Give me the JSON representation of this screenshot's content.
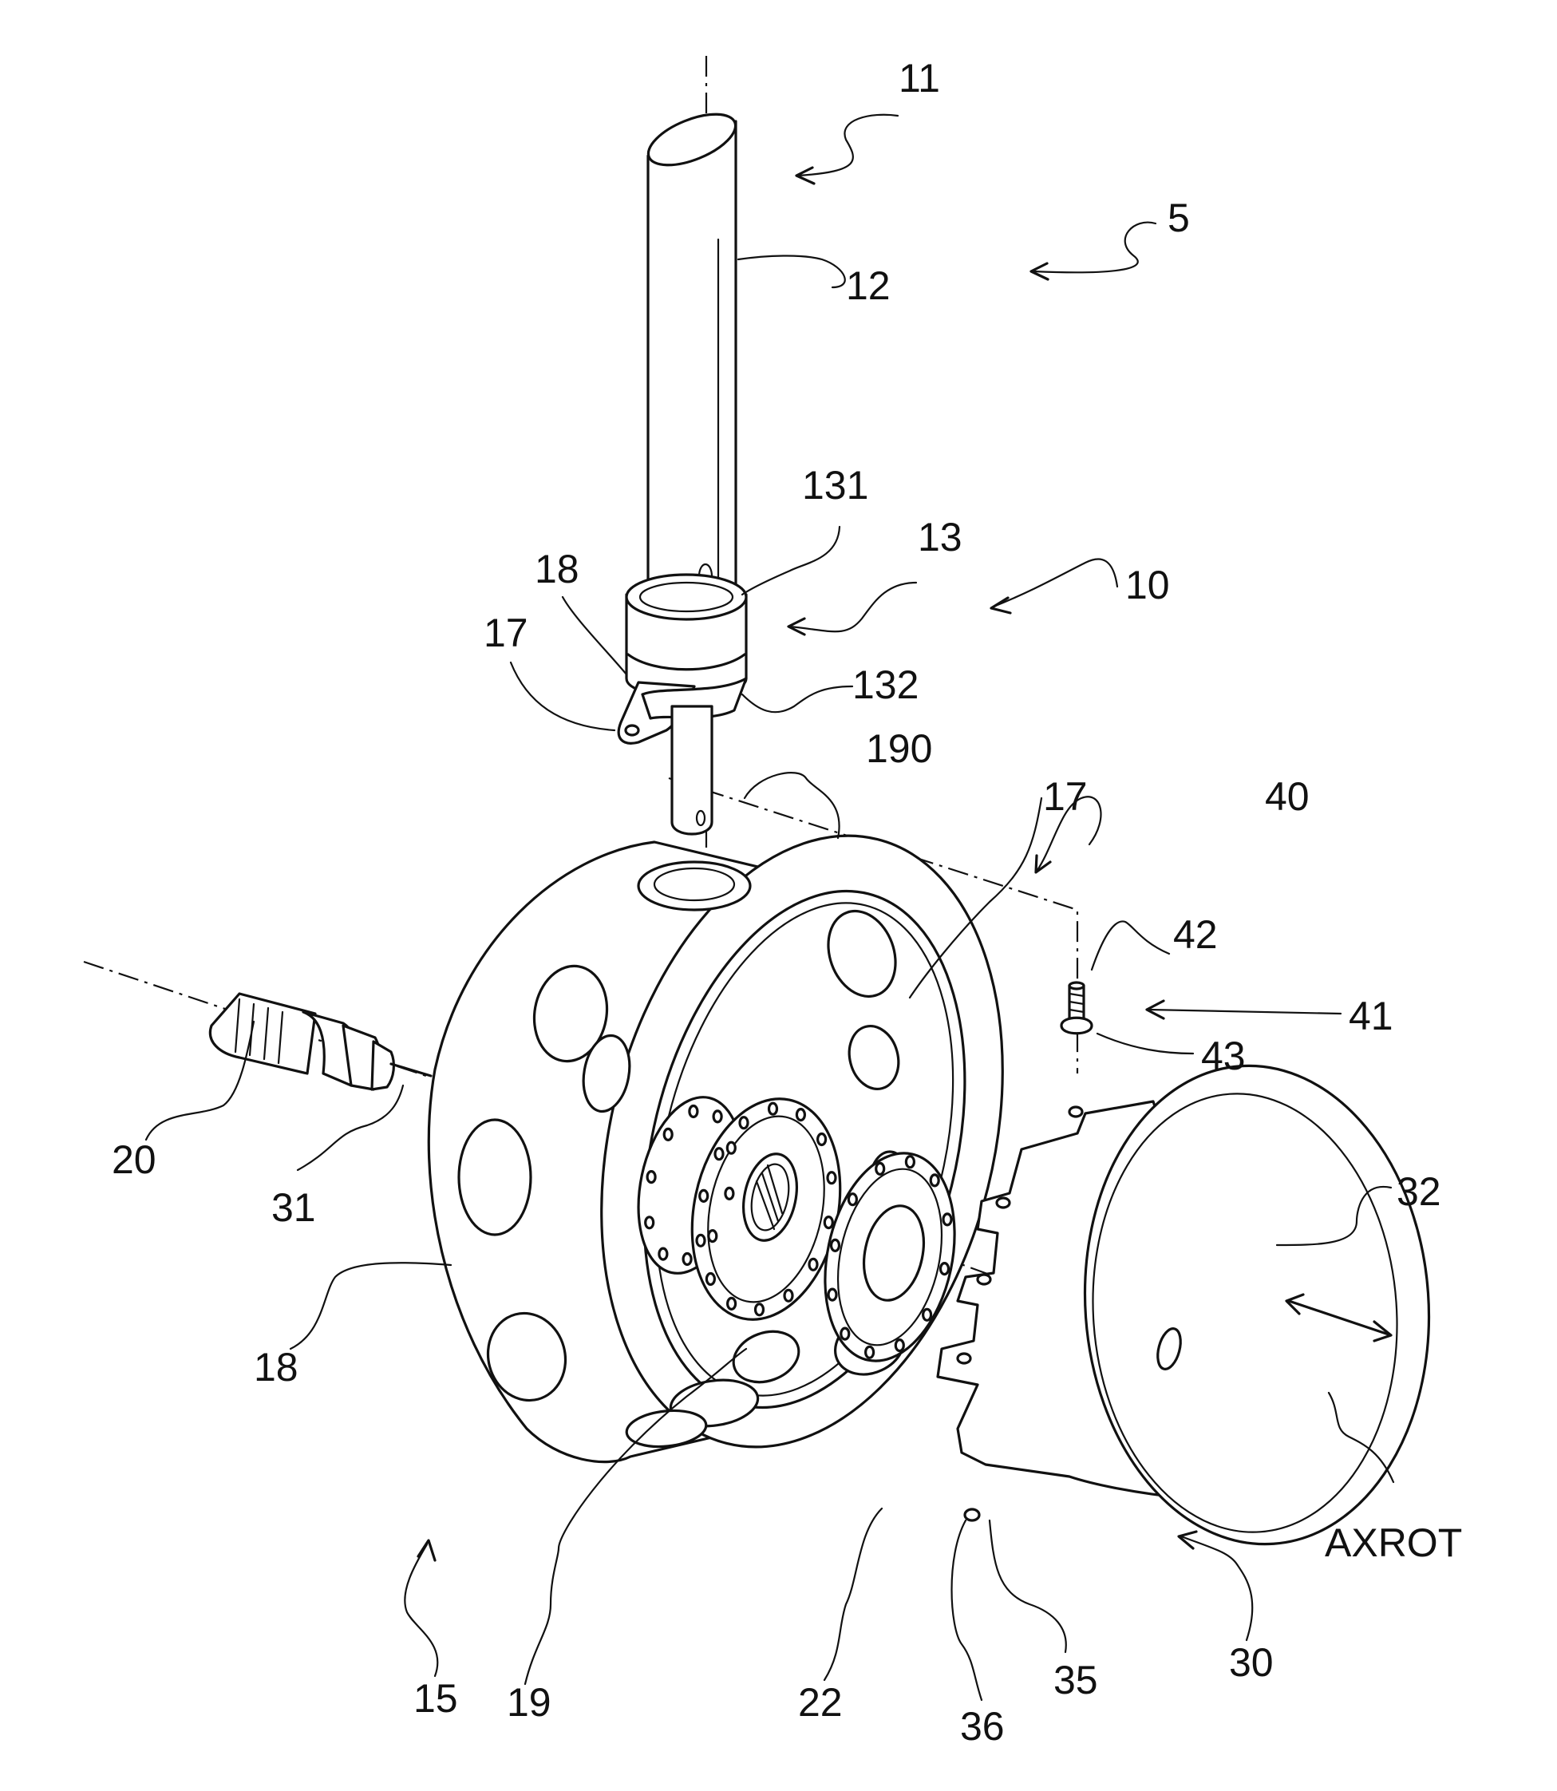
{
  "figure": {
    "labels": {
      "l5": "5",
      "l10": "10",
      "l11": "11",
      "l12": "12",
      "l13": "13",
      "l131": "131",
      "l132": "132",
      "l15": "15",
      "l17a": "17",
      "l17b": "17",
      "l18a": "18",
      "l18b": "18",
      "l19": "19",
      "l20": "20",
      "l22": "22",
      "l30": "30",
      "l31": "31",
      "l32": "32",
      "l35": "35",
      "l36": "36",
      "l40": "40",
      "l41": "41",
      "l42": "42",
      "l43": "43",
      "l190": "190",
      "axrot": "AXROT"
    }
  }
}
